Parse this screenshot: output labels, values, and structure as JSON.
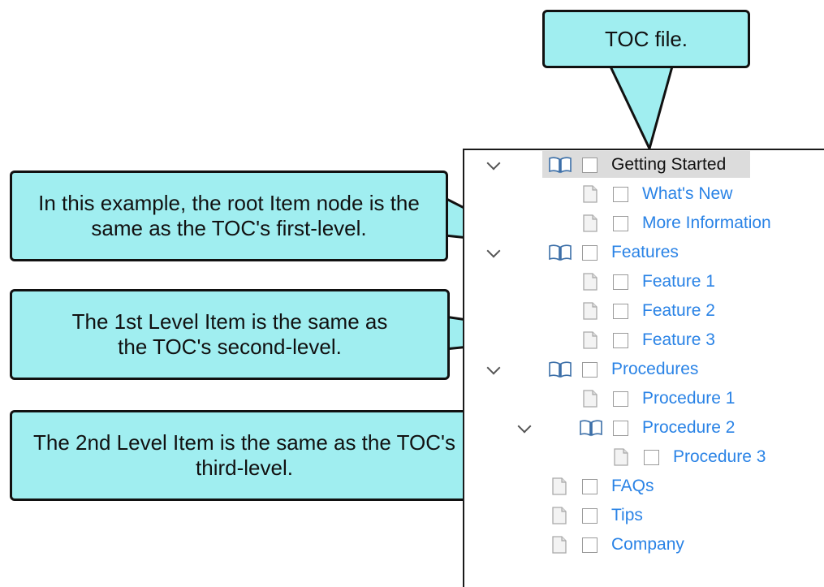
{
  "callouts": {
    "toc_file": "TOC file.",
    "root_item": "In this example, the root Item node is the same as the TOC's first-level.",
    "first_level": "The 1st Level Item is the same as the TOC's second-level.",
    "second_level": "The 2nd Level Item is the same as the TOC's third-level."
  },
  "tree": {
    "items": [
      {
        "label": "Getting Started",
        "icon": "book-icon",
        "expanded": true,
        "selected": true
      },
      {
        "label": "What's New",
        "icon": "page-icon"
      },
      {
        "label": "More Information",
        "icon": "page-icon"
      },
      {
        "label": "Features",
        "icon": "book-icon",
        "expanded": true
      },
      {
        "label": "Feature 1",
        "icon": "page-icon"
      },
      {
        "label": "Feature 2",
        "icon": "page-icon"
      },
      {
        "label": "Feature 3",
        "icon": "page-icon"
      },
      {
        "label": "Procedures",
        "icon": "book-icon",
        "expanded": true
      },
      {
        "label": "Procedure 1",
        "icon": "page-icon"
      },
      {
        "label": "Procedure 2",
        "icon": "book-icon",
        "expanded": true
      },
      {
        "label": "Procedure 3",
        "icon": "page-icon"
      },
      {
        "label": "FAQs",
        "icon": "page-icon"
      },
      {
        "label": "Tips",
        "icon": "page-icon"
      },
      {
        "label": "Company",
        "icon": "page-icon"
      }
    ]
  },
  "colors": {
    "link": "#2a83e6",
    "callout_fill": "#a0eef0",
    "selection": "#dcdcdc"
  }
}
